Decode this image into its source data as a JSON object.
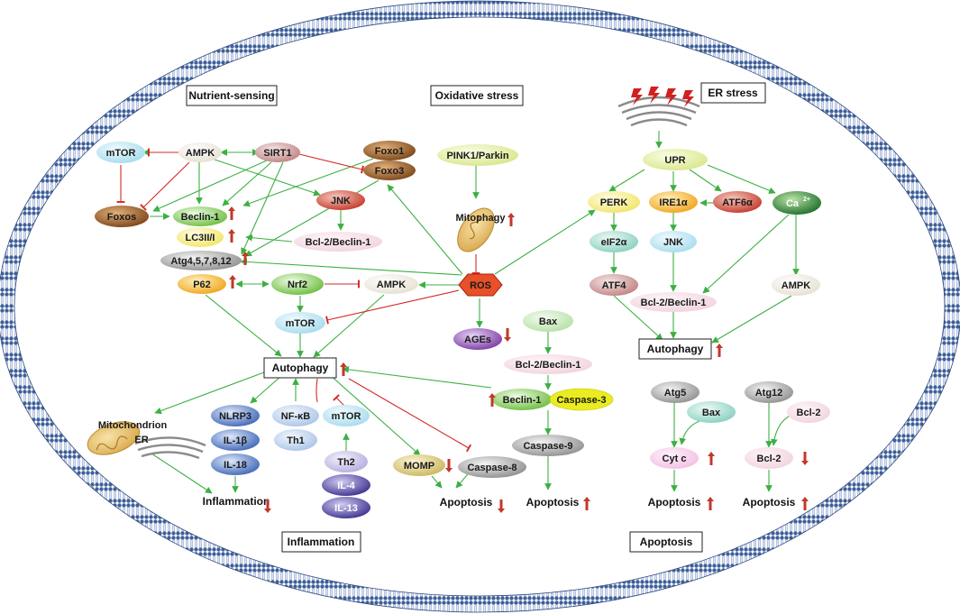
{
  "sections": {
    "nutrient": "Nutrient-sensing",
    "oxidative": "Oxidative stress",
    "er": "ER stress",
    "inflammation": "Inflammation",
    "apoptosis": "Apoptosis"
  },
  "nodes": {
    "mtor1": "mTOR",
    "ampk1": "AMPK",
    "sirt1": "SIRT1",
    "foxo1": "Foxo1",
    "foxo3": "Foxo3",
    "foxos": "Foxos",
    "beclin1": "Beclin-1",
    "jnk1": "JNK",
    "lc3": "LC3II/I",
    "bcl2beclin_a": "Bcl-2/Beclin-1",
    "atg": "Atg4,5,7,8,12",
    "p62": "P62",
    "nrf2": "Nrf2",
    "ampk2": "AMPK",
    "mtor2": "mTOR",
    "pink": "PINK1/Parkin",
    "mitophagy": "Mitophagy",
    "ros": "ROS",
    "ages": "AGEs",
    "upr": "UPR",
    "perk": "PERK",
    "ire1": "IRE1α",
    "atf6": "ATF6α",
    "ca": "Ca",
    "ca_sup": "2+",
    "eif2": "eIF2α",
    "jnk2": "JNK",
    "atf4": "ATF4",
    "bcl2beclin_b": "Bcl-2/Beclin-1",
    "ampk3": "AMPK",
    "bax1": "Bax",
    "bcl2beclin_c": "Bcl-2/Beclin-1",
    "beclin1b": "Beclin-1",
    "casp3": "Caspase-3",
    "casp9": "Caspase-9",
    "casp8": "Caspase-8",
    "momp": "MOMP",
    "nlrp3": "NLRP3",
    "il1b": "IL-1β",
    "il18": "IL-18",
    "nfkb": "NF-κB",
    "th1": "Th1",
    "mtor3": "mTOR",
    "th2": "Th2",
    "il4": "IL-4",
    "il13": "IL-13",
    "atg5": "Atg5",
    "bax2": "Bax",
    "cytc": "Cyt c",
    "atg12": "Atg12",
    "bcl2a": "Bcl-2",
    "bcl2b": "Bcl-2"
  },
  "boxes": {
    "autophagy_main": "Autophagy",
    "autophagy_er": "Autophagy"
  },
  "labels": {
    "mitochondrion": "Mitochondrion",
    "er": "ER",
    "inflammation": "Inflammation",
    "apoptosis1": "Apoptosis",
    "apoptosis2": "Apoptosis",
    "apoptosis3": "Apoptosis",
    "apoptosis4": "Apoptosis"
  },
  "colors": {
    "activation": "#3cb043",
    "inhibition": "#d62828",
    "indicator": "#c0392b",
    "membrane": "#3f5f9a"
  }
}
